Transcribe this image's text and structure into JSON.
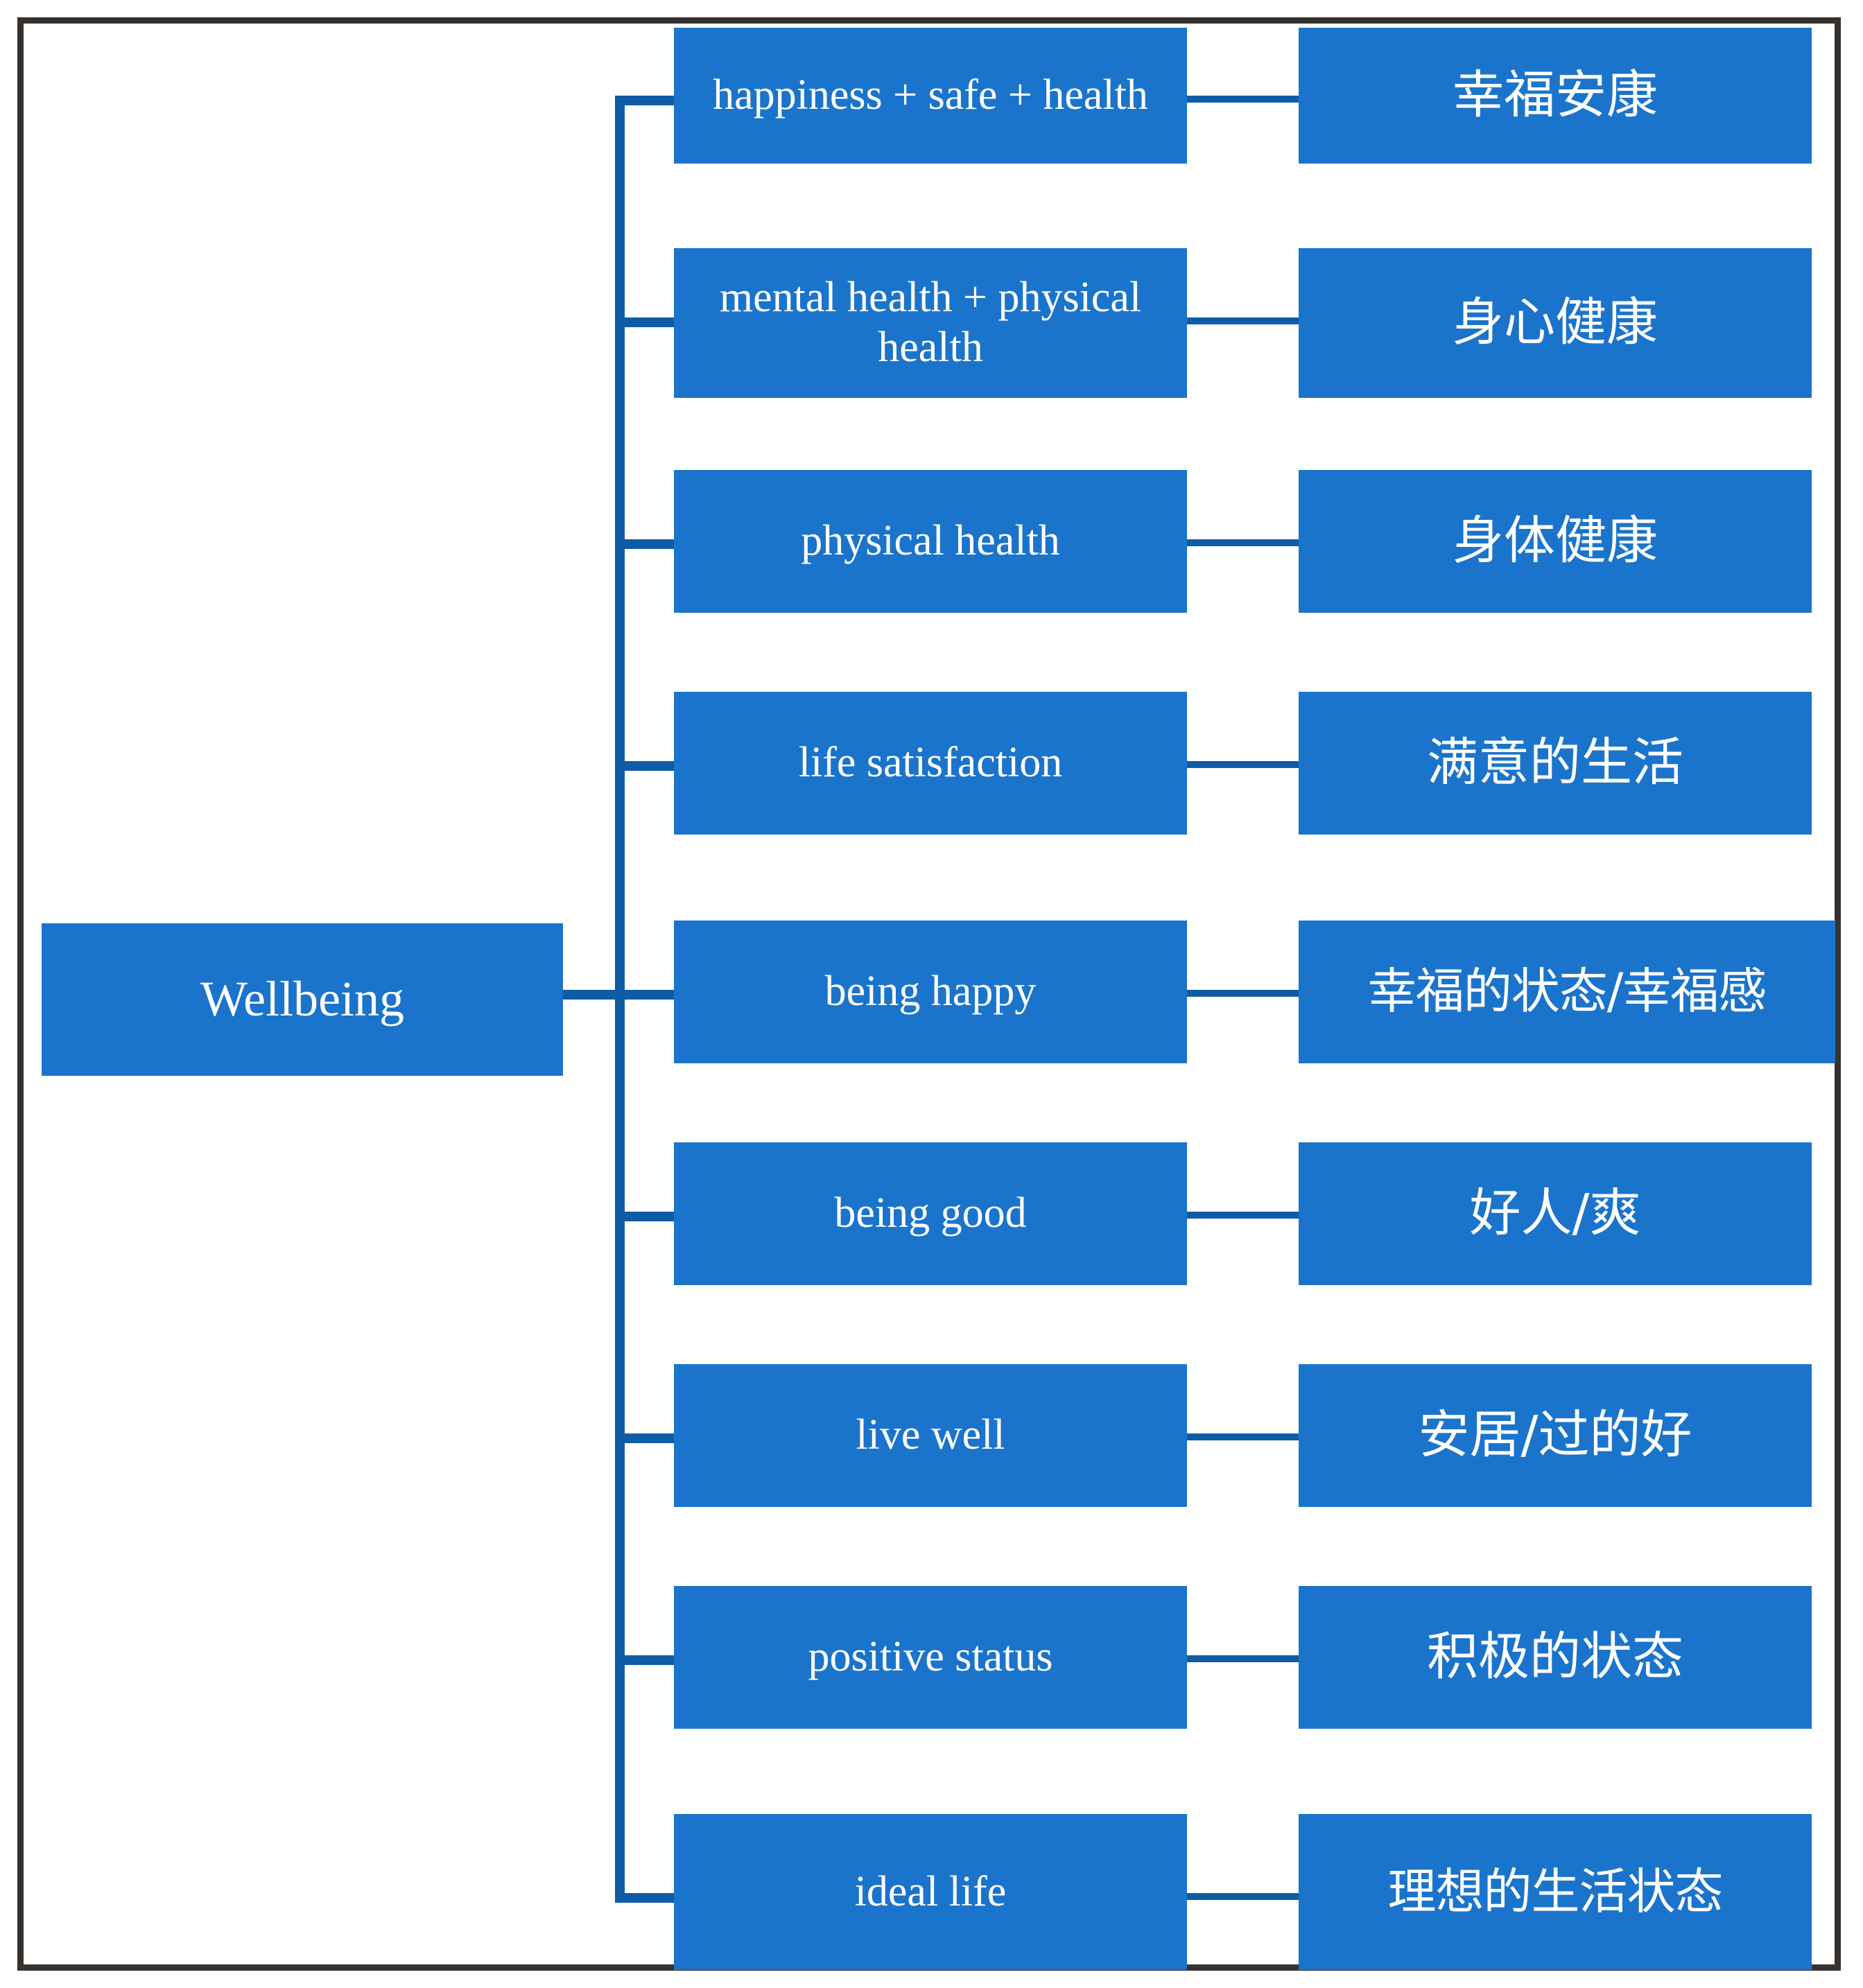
{
  "diagram": {
    "type": "tree",
    "title": "Wellbeing translation mapping",
    "colors": {
      "node_fill": "#1B74CB",
      "node_text": "#FFFFFF",
      "connector": "#0F5CA6",
      "frame": "#38322E",
      "background": "#FFFFFF"
    },
    "root": {
      "label": "Wellbeing"
    },
    "branches": [
      {
        "english": "happiness + safe + health",
        "chinese": "幸福安康"
      },
      {
        "english": "mental health + physical health",
        "chinese": "身心健康"
      },
      {
        "english": "physical health",
        "chinese": "身体健康"
      },
      {
        "english": "life satisfaction",
        "chinese": "满意的生活"
      },
      {
        "english": "being happy",
        "chinese": "幸福的状态/幸福感"
      },
      {
        "english": "being good",
        "chinese": "好人/爽"
      },
      {
        "english": "live well",
        "chinese": "安居/过的好"
      },
      {
        "english": "positive status",
        "chinese": "积极的状态"
      },
      {
        "english": "ideal life",
        "chinese": "理想的生活状态"
      }
    ]
  }
}
